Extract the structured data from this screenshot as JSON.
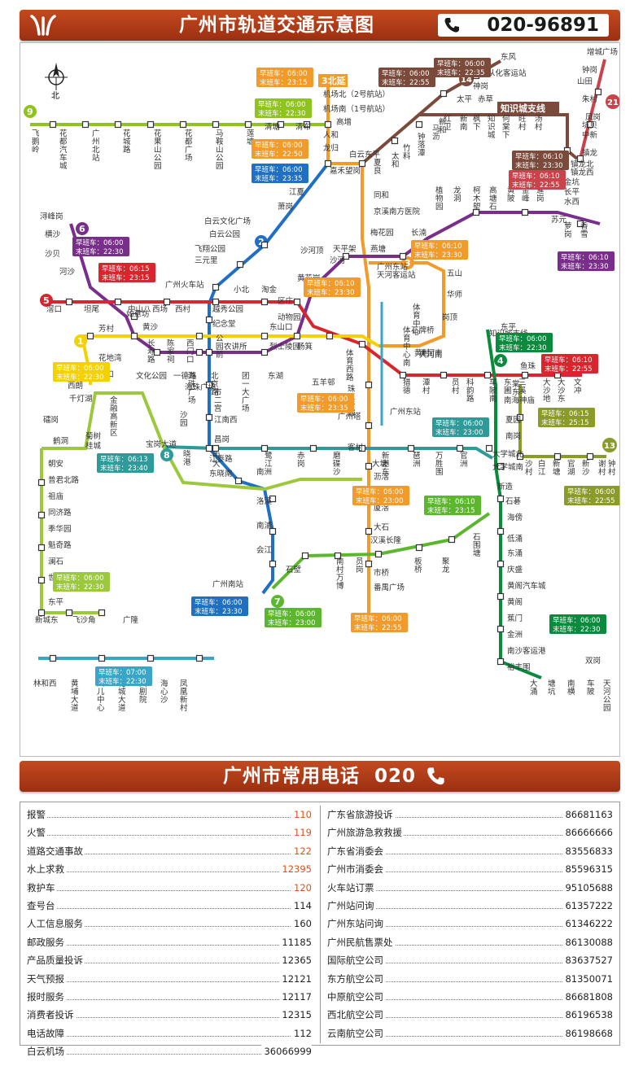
{
  "header": {
    "title": "广州市轨道交通示意图",
    "hotline": "020-96891",
    "accent_color": "#b63a17"
  },
  "map": {
    "north_label": "北",
    "lines": [
      {
        "id": "1",
        "color": "#f4d100"
      },
      {
        "id": "2",
        "color": "#1f6fc5"
      },
      {
        "id": "3",
        "color": "#f29b2a"
      },
      {
        "id": "3北延",
        "color": "#f29b2a"
      },
      {
        "id": "4",
        "color": "#0a8a3c"
      },
      {
        "id": "5",
        "color": "#d8262e"
      },
      {
        "id": "6",
        "color": "#7a2e8c"
      },
      {
        "id": "7",
        "color": "#5cb72e"
      },
      {
        "id": "8",
        "color": "#2e9a9a"
      },
      {
        "id": "9",
        "color": "#8fc31f"
      },
      {
        "id": "13",
        "color": "#8b9b2a"
      },
      {
        "id": "14",
        "color": "#7b4a3a"
      },
      {
        "id": "21",
        "color": "#c8434a"
      },
      {
        "id": "GF",
        "color": "#9cc83c"
      },
      {
        "id": "APM",
        "color": "#39a6c9"
      },
      {
        "id": "知识城支线",
        "color": "#7b4a3a"
      }
    ],
    "branch_label": "知识城支线",
    "station_labels": [
      "飞鹅岭",
      "花都汽车城",
      "广州北站",
      "花城路",
      "花果山公园",
      "花都广场",
      "马鞍山公园",
      "莲塘",
      "清塘",
      "清布",
      "高增",
      "机场北（2号航站）",
      "机场南（1号航站）",
      "人和",
      "龙归",
      "嘉禾望岗",
      "白云东平",
      "夏良",
      "太和",
      "竹料",
      "钟落潭",
      "马沥",
      "新和",
      "太平",
      "神岗",
      "赤草",
      "从化客运站",
      "东风",
      "镇龙",
      "中新",
      "坑贝",
      "凤岗",
      "朱村",
      "山田",
      "钟岗",
      "增城广场",
      "镇龙北",
      "镇龙西",
      "金坑",
      "长平",
      "水西",
      "红卫",
      "新南",
      "枫下",
      "知识城",
      "何棠下",
      "旺村",
      "汤村",
      "江夏",
      "萧岗",
      "白云文化广场",
      "白云公园",
      "飞翔公园",
      "三元里",
      "广州火车站",
      "越秀公园",
      "纪念堂",
      "公园前",
      "海珠广场",
      "市二宫",
      "江南西",
      "昌岗",
      "江泰路",
      "东晓南",
      "南洲",
      "洛溪",
      "南浦",
      "会江",
      "石壁",
      "广州南站",
      "同和",
      "京溪南方医院",
      "梅花园",
      "燕塘",
      "广州东站",
      "天河客运站",
      "长湳",
      "五山",
      "华师",
      "岗顶",
      "石牌桥",
      "体育西路",
      "珠江新城",
      "广州塔",
      "客村",
      "大塘",
      "沥滘",
      "厦滘",
      "大石",
      "汉溪长隆",
      "市桥",
      "番禺广场",
      "浔峰岗",
      "横沙",
      "沙贝",
      "河沙",
      "坦尾",
      "如意坊",
      "黄沙",
      "文化公园",
      "一德路",
      "海珠广场",
      "北京路",
      "团一大广场",
      "东湖",
      "东山口",
      "区庄",
      "黄花岗",
      "沙河顶",
      "天平架",
      "沙河",
      "植物园",
      "龙洞",
      "柯木塱",
      "高塘石",
      "黄陂",
      "金峰",
      "暹岗",
      "苏元",
      "萝岗",
      "香雪",
      "滘口",
      "中山八",
      "西场",
      "西村",
      "小北",
      "淘金",
      "动物园",
      "杨箕",
      "五羊邨",
      "猎德",
      "潭村",
      "员村",
      "科韵路",
      "车陂南",
      "东圃",
      "三溪",
      "鱼珠",
      "大沙地",
      "大沙东",
      "文冲",
      "西朗",
      "坑口",
      "花地湾",
      "芳村",
      "长寿路",
      "陈家祠",
      "西门口",
      "农讲所",
      "烈士陵园",
      "体育中心",
      "天河南",
      "广州东站",
      "林和西",
      "体育中心南",
      "天河南",
      "黄埔大道",
      "妇儿中心",
      "花城大道",
      "大剧院",
      "海心沙",
      "凤凰新村",
      "沙园",
      "宝岗大道",
      "晓港",
      "中大",
      "鹭江",
      "赤岗",
      "磨碟沙",
      "新港东",
      "琶洲",
      "万胜围",
      "官洲",
      "大学城北",
      "大学城南",
      "新造",
      "石碁",
      "海傍",
      "低涌",
      "东涌",
      "庆盛",
      "黄阁汽车城",
      "黄阁",
      "蕉门",
      "金洲",
      "南沙客运港",
      "裕丰围",
      "双岗",
      "南海神庙",
      "夏园",
      "南岗",
      "沙村",
      "白江",
      "新塘",
      "官湖",
      "新沙",
      "谢村",
      "钟村",
      "南村万博",
      "员岗",
      "板桥",
      "聚龙",
      "石围塘",
      "鹤洞",
      "菊树",
      "金融高新区",
      "千灯湖",
      "礌岗",
      "桂城",
      "朝安",
      "普君北路",
      "祖庙",
      "同济路",
      "季华园",
      "魁奇路",
      "澜石",
      "世纪莲",
      "东平",
      "新城东",
      "飞沙角",
      "广隆",
      "大涌",
      "塘坑",
      "南横",
      "车陂",
      "天河公园",
      "棠东",
      "黄村",
      "知识城支线",
      "东平"
    ],
    "timetables": [
      {
        "first": "早班车：06:00",
        "last": "末班车：22:30"
      },
      {
        "first": "早班车：06:00",
        "last": "末班车：23:15"
      },
      {
        "first": "早班车：06:15",
        "last": "末班车：23:15"
      },
      {
        "first": "早班车：06:00",
        "last": "末班车：22:50"
      },
      {
        "first": "早班车：06:10",
        "last": "末班车：23:30"
      },
      {
        "first": "早班车：06:00",
        "last": "末班车：23:35"
      },
      {
        "first": "早班车：06:10",
        "last": "末班车：22:55"
      },
      {
        "first": "早班车：06:00",
        "last": "末班车：22:55"
      },
      {
        "first": "早班车：06:13",
        "last": "末班车：23:40"
      },
      {
        "first": "早班车：06:15",
        "last": "末班车：25:15"
      },
      {
        "first": "早班车：07:00",
        "last": "末班车：22:30"
      },
      {
        "first": "早班车：06:00",
        "last": "末班车：22:35"
      },
      {
        "first": "早班车：06:00",
        "last": "末班车：23:00"
      },
      {
        "first": "早班车：06:00",
        "last": "末班车：23:30"
      },
      {
        "first": "早班车：06:10",
        "last": "末班车：23:15"
      }
    ]
  },
  "phones": {
    "title": "广州市常用电话",
    "code": "020",
    "left": [
      {
        "name": "报警",
        "number": "110",
        "red": true
      },
      {
        "name": "火警",
        "number": "119",
        "red": true
      },
      {
        "name": "道路交通事故",
        "number": "122",
        "red": true
      },
      {
        "name": "水上求救",
        "number": "12395",
        "red": true
      },
      {
        "name": "救护车",
        "number": "120",
        "red": true
      },
      {
        "name": "查号台",
        "number": "114",
        "red": false
      },
      {
        "name": "人工信息服务",
        "number": "160",
        "red": false
      },
      {
        "name": "邮政服务",
        "number": "11185",
        "red": false
      },
      {
        "name": "产品质量投诉",
        "number": "12365",
        "red": false
      },
      {
        "name": "天气预报",
        "number": "12121",
        "red": false
      },
      {
        "name": "报时服务",
        "number": "12117",
        "red": false
      },
      {
        "name": "消费者投诉",
        "number": "12315",
        "red": false
      },
      {
        "name": "电话故障",
        "number": "112",
        "red": false
      },
      {
        "name": "白云机场",
        "number": "36066999",
        "red": false
      }
    ],
    "right": [
      {
        "name": "广东省旅游投诉",
        "number": "86681163"
      },
      {
        "name": "广州旅游急救救援",
        "number": "86666666"
      },
      {
        "name": "广东省消委会",
        "number": "83556833"
      },
      {
        "name": "广州市消委会",
        "number": "85596315"
      },
      {
        "name": "火车站订票",
        "number": "95105688"
      },
      {
        "name": "广州站问询",
        "number": "61357222"
      },
      {
        "name": "广州东站问询",
        "number": "61346222"
      },
      {
        "name": "广州民航售票处",
        "number": "86130088"
      },
      {
        "name": "国际航空公司",
        "number": "83637527"
      },
      {
        "name": "东方航空公司",
        "number": "81350071"
      },
      {
        "name": "中原航空公司",
        "number": "86681808"
      },
      {
        "name": "西北航空公司",
        "number": "86196538"
      },
      {
        "name": "云南航空公司",
        "number": "86198668"
      }
    ]
  }
}
